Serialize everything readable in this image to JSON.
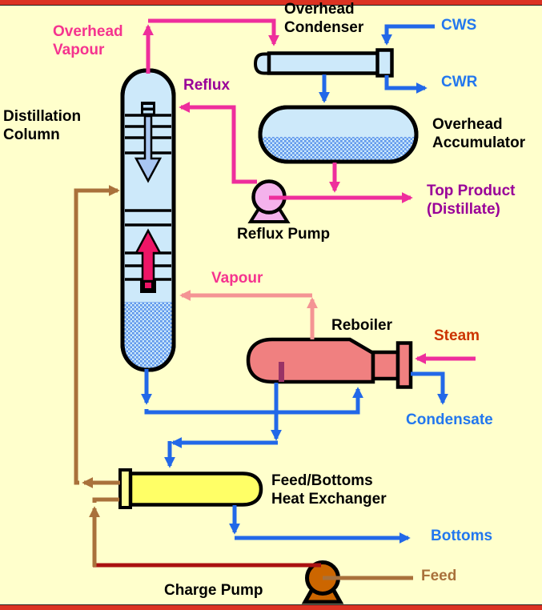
{
  "page": {
    "background": "#FFFFCC",
    "border_color": "#DC3222"
  },
  "equipment": {
    "distillation_column": "Distillation\nColumn",
    "overhead_condenser": "Overhead\nCondenser",
    "overhead_accumulator": "Overhead\nAccumulator",
    "reflux_pump": "Reflux Pump",
    "reboiler": "Reboiler",
    "feed_bottoms_heat_exchanger": "Feed/Bottoms\nHeat Exchanger",
    "charge_pump": "Charge Pump"
  },
  "streams": {
    "overhead_vapour": "Overhead\nVapour",
    "reflux": "Reflux",
    "cws": "CWS",
    "cwr": "CWR",
    "top_product": "Top Product\n(Distillate)",
    "vapour": "Vapour",
    "steam": "Steam",
    "condensate": "Condensate",
    "bottoms": "Bottoms",
    "feed": "Feed"
  },
  "colors": {
    "stream_magenta": "#EE2E9C",
    "stream_blue": "#2268E8",
    "stream_salmon": "#F49494",
    "stream_brown": "#A9713B",
    "stream_maroon": "#AA1111",
    "text_pink": "#F5338F",
    "text_purple": "#990099",
    "text_blue": "#2277EE",
    "text_steam_red": "#CC3300",
    "vessel_light_blue": "#CDE9FA",
    "liquid_dot_blue": "#5E96EC",
    "reboiler_salmon": "#F08080",
    "exchanger_yellow": "#FFFF66",
    "reflux_pump_pink": "#F4B2EC",
    "charge_pump_orange": "#CC6600",
    "internal_down_arrow": "#A8C6F2",
    "internal_up_arrow": "#EE1566"
  }
}
